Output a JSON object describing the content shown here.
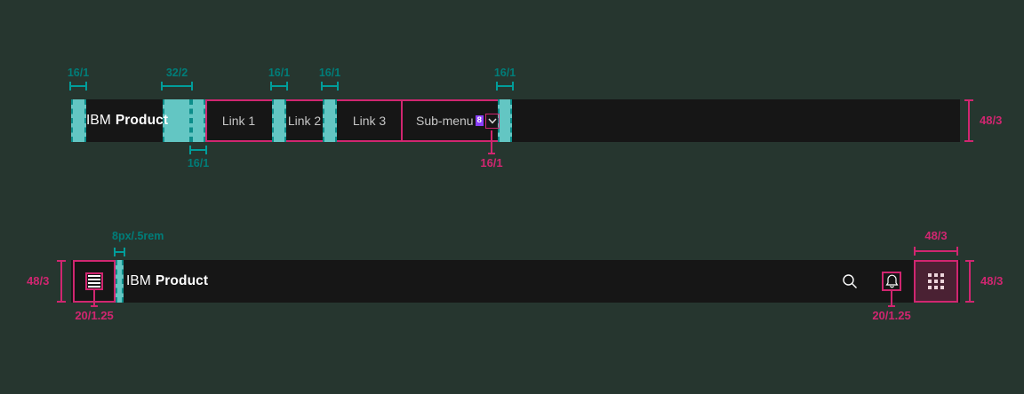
{
  "colors": {
    "canvas_background": "#26362f",
    "header_background": "#161616",
    "annotation_teal_fill": "#63c6c3",
    "annotation_teal_text": "#007d79",
    "annotation_pink": "#d02670",
    "link_text": "#c6c6c6",
    "badge_purple": "#8a3ffc",
    "switcher_highlight_bg": "#4a2133",
    "product_text": "#ffffff"
  },
  "icons": {
    "menu": "hamburger-icon",
    "search": "search-icon",
    "notifications": "bell-icon",
    "app_switcher": "grid-icon",
    "submenu_chevron": "chevron-down-icon"
  },
  "top_header": {
    "product": {
      "prefix": "IBM",
      "name": "Product"
    },
    "nav": {
      "links": [
        {
          "label": "Link 1"
        },
        {
          "label": "Link 2"
        },
        {
          "label": "Link 3"
        }
      ],
      "submenu": {
        "label": "Sub-menu",
        "badge": "8"
      }
    },
    "annotations": {
      "left_padding": "16/1",
      "brand_gap": "32/2",
      "nav_left_padding": "16/1",
      "gap_link1_link2": "16/1",
      "gap_link2_link3": "16/1",
      "right_padding": "16/1",
      "submenu_chevron": "16/1",
      "bar_height": "48/3"
    }
  },
  "bottom_header": {
    "product": {
      "prefix": "IBM",
      "name": "Product"
    },
    "annotations": {
      "bar_height_left": "48/3",
      "menu_icon_size": "20/1.25",
      "brand_gap": "8px/.5rem",
      "bell_icon_size": "20/1.25",
      "switcher_width": "48/3",
      "bar_height_right": "48/3"
    }
  }
}
